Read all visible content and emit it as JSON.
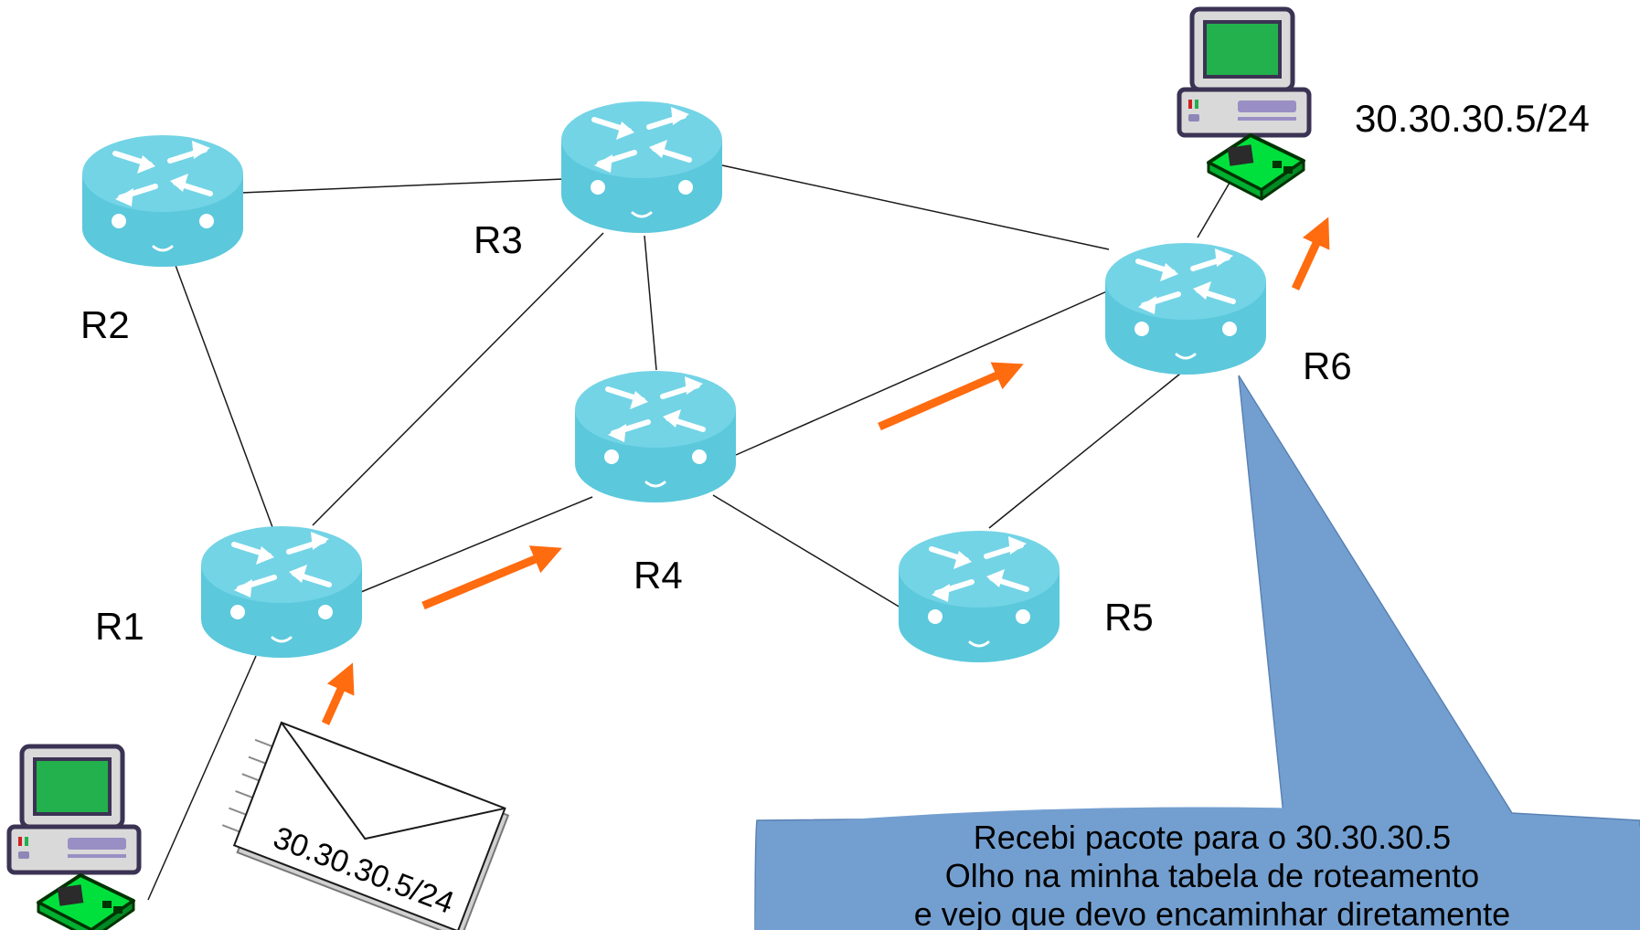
{
  "routers": {
    "r1": "R1",
    "r2": "R2",
    "r3": "R3",
    "r4": "R4",
    "r5": "R5",
    "r6": "R6"
  },
  "destination_address": "30.30.30.5/24",
  "packet_label": "30.30.30.5/24",
  "speech_bubble": {
    "line1": "Recebi pacote para o 30.30.30.5",
    "line2": "Olho na minha tabela de roteamento",
    "line3": "e vejo que devo encaminhar diretamente"
  },
  "colors": {
    "router": "#5bc8dc",
    "router_top": "#73d4e6",
    "arrow": "#ff6b0f",
    "bubble": "#739fd0",
    "link": "#1a1a1a"
  },
  "icons": [
    "router-icon",
    "computer-icon",
    "network-card-icon",
    "envelope-icon",
    "packet-path-arrow"
  ]
}
